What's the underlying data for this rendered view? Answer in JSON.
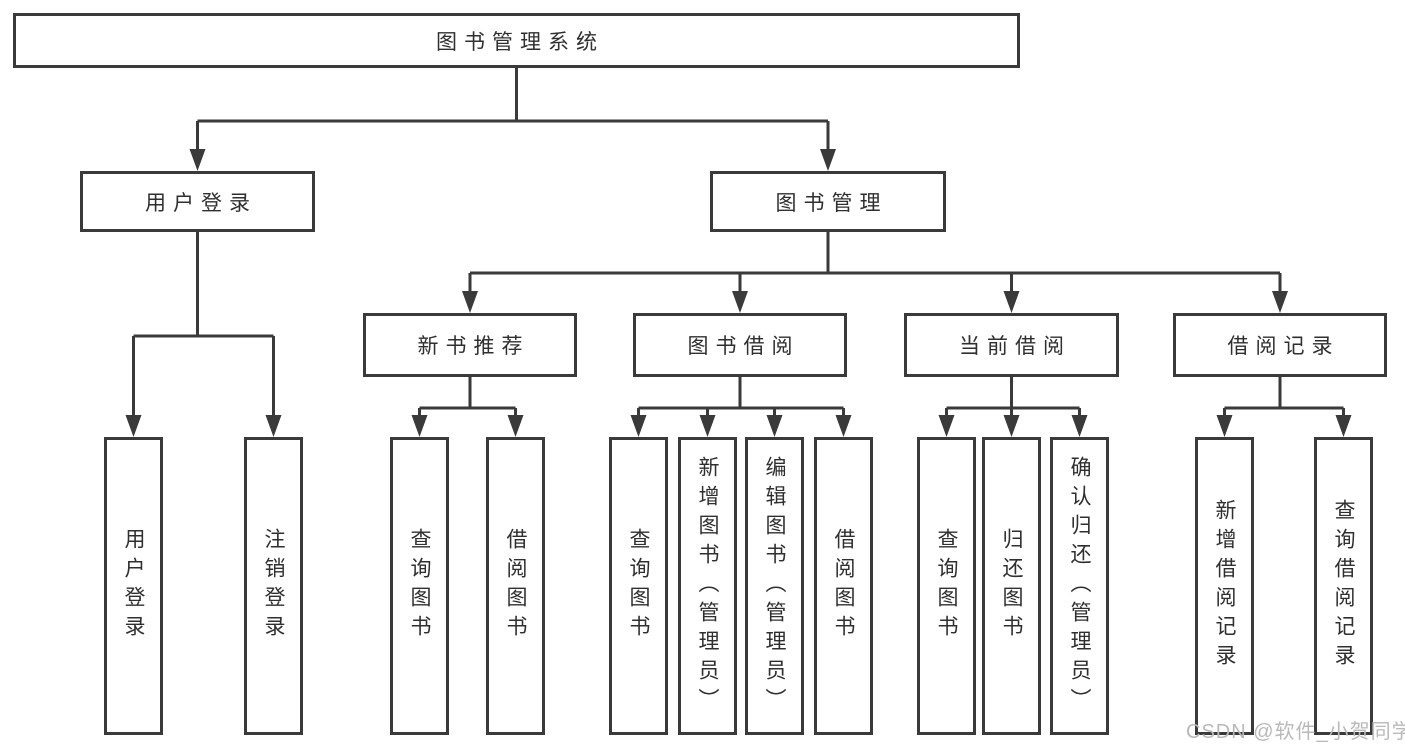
{
  "diagram": {
    "root": {
      "label": "图书管理系统"
    },
    "branches": [
      {
        "id": "user-login",
        "label": "用户登录",
        "children": [
          {
            "label": "用户登录"
          },
          {
            "label": "注销登录"
          }
        ]
      },
      {
        "id": "book-management",
        "label": "图书管理",
        "groups": [
          {
            "id": "new-book-recommend",
            "label": "新书推荐",
            "children": [
              {
                "label": "查询图书"
              },
              {
                "label": "借阅图书"
              }
            ]
          },
          {
            "id": "book-borrow",
            "label": "图书借阅",
            "children": [
              {
                "label": "查询图书"
              },
              {
                "label": "新增图书（管理员）"
              },
              {
                "label": "编辑图书（管理员）"
              },
              {
                "label": "借阅图书"
              }
            ]
          },
          {
            "id": "current-borrow",
            "label": "当前借阅",
            "children": [
              {
                "label": "查询图书"
              },
              {
                "label": "归还图书"
              },
              {
                "label": "确认归还（管理员）"
              }
            ]
          },
          {
            "id": "borrow-record",
            "label": "借阅记录",
            "children": [
              {
                "label": "新增借阅记录"
              },
              {
                "label": "查询借阅记录"
              }
            ]
          }
        ]
      }
    ]
  },
  "watermark": {
    "text": "CSDN @软件_小贺同学"
  },
  "colors": {
    "line": "#3a3a3a",
    "text": "#2f2f2f",
    "watermark": "#b9b9b9",
    "background": "#ffffff"
  }
}
